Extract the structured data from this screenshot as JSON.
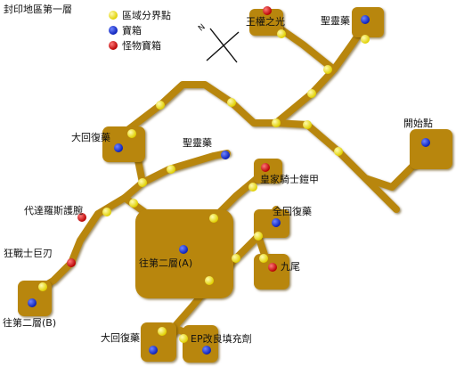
{
  "map": {
    "title": "封印地區第一層",
    "legend": {
      "boundary_point": "區域分界點",
      "treasure_chest": "寶箱",
      "monster_chest": "怪物寶箱"
    },
    "compass": "N",
    "labels": {
      "wang_quan_zhi_guang": "王權之光",
      "sheng_ling_yao_top": "聖靈藥",
      "kai_shi_dian": "開始點",
      "da_hui_fu_yao_left": "大回復藥",
      "sheng_ling_yao_mid": "聖靈藥",
      "huang_jia_qi_shi_kai_jia": "皇家騎士鎧甲",
      "quan_hui_fu_yao": "全回復藥",
      "dai_da_luo_si_hu_wan": "代達羅斯護腕",
      "kuang_zhan_shi_ju_ren": "狂戰士巨刃",
      "wang_di_er_ceng_a": "往第二層(A)",
      "jiu_wei": "九尾",
      "wang_di_er_ceng_b": "往第二層(B)",
      "da_hui_fu_yao_bottom": "大回復藥",
      "ep_gai_liang_tian_chong_ji": "EP改良填充劑"
    },
    "colors": {
      "path": "#b8860b",
      "room": "#b8860b",
      "boundary": "#f2e600",
      "treasure": "#1530d8",
      "monster": "#d81010",
      "text": "#111111"
    }
  }
}
